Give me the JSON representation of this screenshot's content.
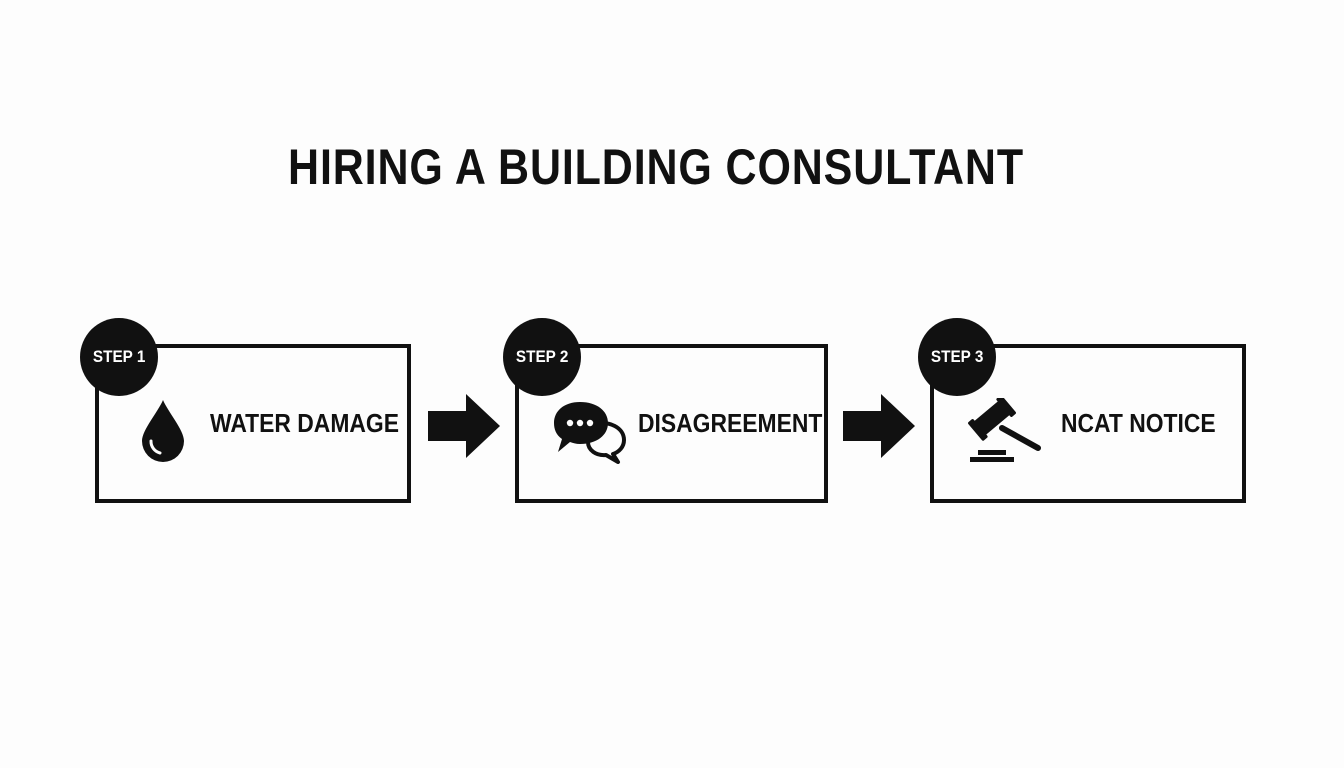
{
  "title": "HIRING A BUILDING CONSULTANT",
  "steps": [
    {
      "badge": "STEP 1",
      "label": "WATER DAMAGE",
      "icon": "water-drop-icon"
    },
    {
      "badge": "STEP 2",
      "label": "DISAGREEMENT",
      "icon": "speech-bubbles-icon"
    },
    {
      "badge": "STEP 3",
      "label": "NCAT NOTICE",
      "icon": "gavel-icon"
    }
  ],
  "colors": {
    "ink": "#111111",
    "background": "#fdfdfd"
  }
}
